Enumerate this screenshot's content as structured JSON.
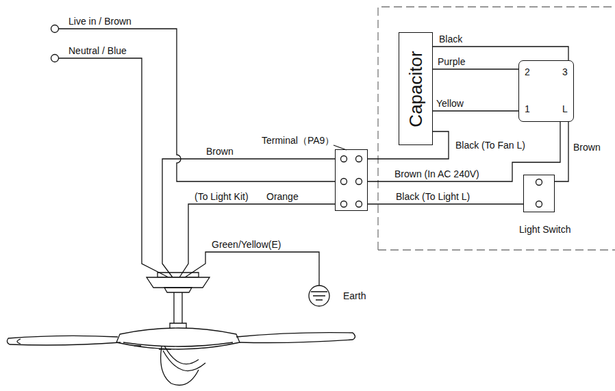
{
  "diagram": {
    "nodes": [
      {
        "text": [
          "Capacitor"
        ]
      },
      {
        "text": [
          "2",
          "3",
          "1",
          "L"
        ]
      },
      {
        "text": [
          "Terminal（PA9）"
        ]
      },
      {
        "text": [
          "Light Switch"
        ]
      }
    ],
    "edges": [
      {
        "from": 0,
        "to": 1,
        "arrow": "none",
        "label": "Black"
      },
      {
        "from": 0,
        "to": 1,
        "arrow": "none",
        "label": "Purple"
      },
      {
        "from": 0,
        "to": 1,
        "arrow": "none",
        "label": "Yellow"
      },
      {
        "from": 0,
        "to": 2,
        "arrow": "none",
        "label": "Black (To Fan L)"
      },
      {
        "from": 2,
        "to": 1,
        "arrow": "none",
        "label": "Brown (In AC 240V)"
      },
      {
        "from": 1,
        "to": 3,
        "arrow": "none",
        "label": "Brown"
      },
      {
        "from": 3,
        "to": 2,
        "arrow": "none",
        "label": "Black (To Light L)"
      }
    ],
    "labels": [
      "Live in / Brown",
      "Neutral / Blue",
      "Brown",
      "(To Light Kit)",
      "Orange",
      "Green/Yellow(E)",
      "Earth"
    ]
  }
}
